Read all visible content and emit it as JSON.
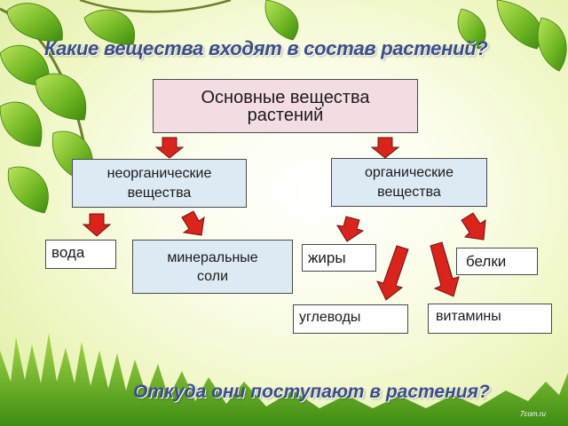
{
  "titles": {
    "question_top": "Какие вещества входят в состав растений?",
    "question_bottom": "Откуда они поступают в растения?"
  },
  "root": {
    "line1": "Основные вещества",
    "line2": "растений"
  },
  "categories": {
    "inorganic": {
      "line1": "неорганические",
      "line2": "вещества"
    },
    "organic": {
      "line1": "органические",
      "line2": "вещества"
    }
  },
  "leaves": {
    "water": "вода",
    "minerals": {
      "line1": "минеральные",
      "line2": "соли"
    },
    "fats": "жиры",
    "proteins": "белки",
    "carbohydrates": "углеводы",
    "vitamins": "витамины"
  },
  "watermark": "7com.ru",
  "colors": {
    "title_text": "#3b4f86",
    "root_fill": "#f3dde3",
    "category_fill": "#ddeaf3",
    "arrow_fill": "#d9231b",
    "leaf_green": "#7cc02a",
    "grass_green": "#5aa21c"
  }
}
